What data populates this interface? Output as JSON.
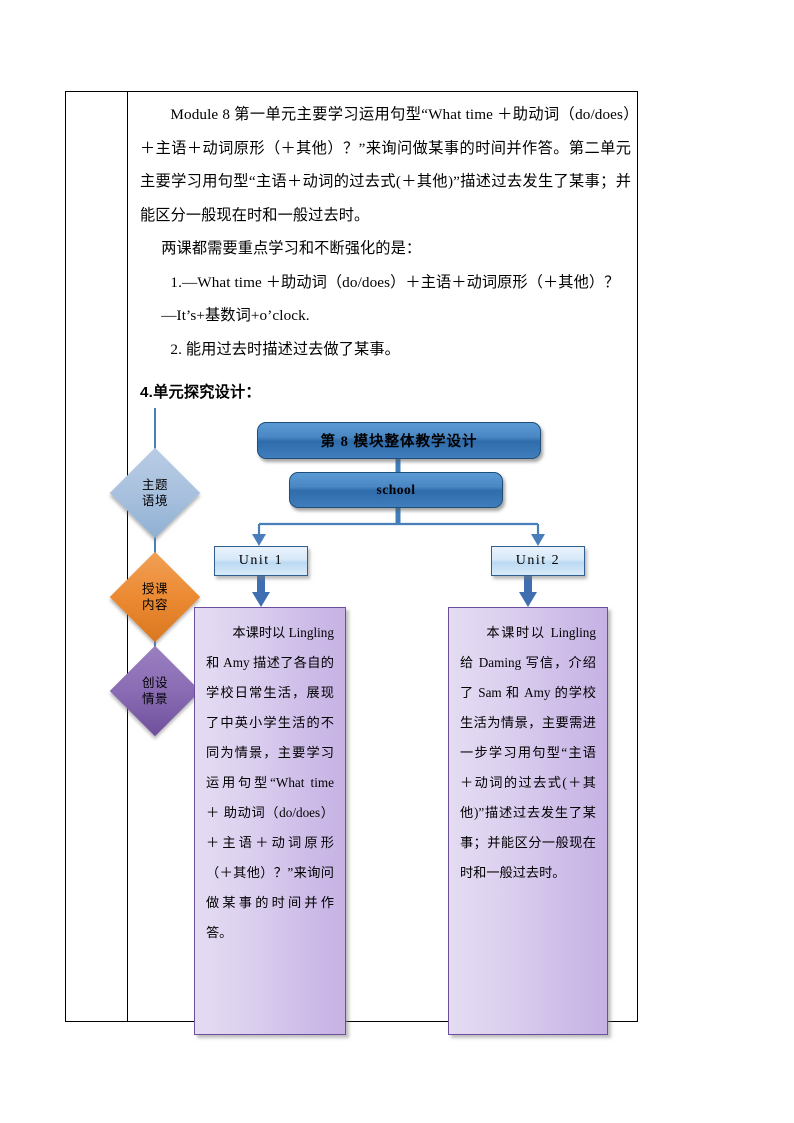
{
  "document": {
    "paragraphs": [
      "Module 8 第一单元主要学习运用句型“What time ＋助动词（do/does）＋主语＋动词原形（＋其他）？”来询问做某事的时间并作答。第二单元主要学习用句型“主语＋动词的过去式(＋其他)”描述过去发生了某事；并能区分一般现在时和一般过去时。",
      "两课都需要重点学习和不断强化的是：",
      "1.—What time ＋助动词（do/does）＋主语＋动词原形（＋其他）？",
      "—It’s+基数词+o’clock.",
      "2. 能用过去时描述过去做了某事。"
    ],
    "section_heading": "4.单元探究设计："
  },
  "diagram": {
    "module_box_label": "第 8 模块整体教学设计",
    "school_box_label": "school",
    "unit1_label": "Unit 1",
    "unit2_label": "Unit 2",
    "diamonds": [
      {
        "name": "theme-context",
        "line1": "主题",
        "line2": "语境",
        "color": "#a9c1de"
      },
      {
        "name": "teaching-content",
        "line1": "授课",
        "line2": "内容",
        "color": "#ec8a33"
      },
      {
        "name": "scene-creation",
        "line1": "创设",
        "line2": "情景",
        "color": "#8a6cb4"
      }
    ],
    "desc1": "本课时以 Lingling 和 Amy 描述了各自的学校日常生活，展现了中英小学生活的不同为情景，主要学习运用句型“What time ＋ 助动词（do/does）＋主语＋动词原形（＋其他）？”来询问做某事的时间并作答。",
    "desc2": "本课时以 Lingling 给 Daming 写信，介绍了 Sam 和 Amy 的学校生活为情景，主要需进一步学习用句型“主语＋动词的过去式(＋其他)”描述过去发生了某事；并能区分一般现在时和一般过去时。",
    "colors": {
      "bar_blue": "#3f7dbd",
      "unit_blue": "#bcd9f2",
      "purple": "#cdbce8",
      "connector": "#4a7ebb"
    }
  }
}
